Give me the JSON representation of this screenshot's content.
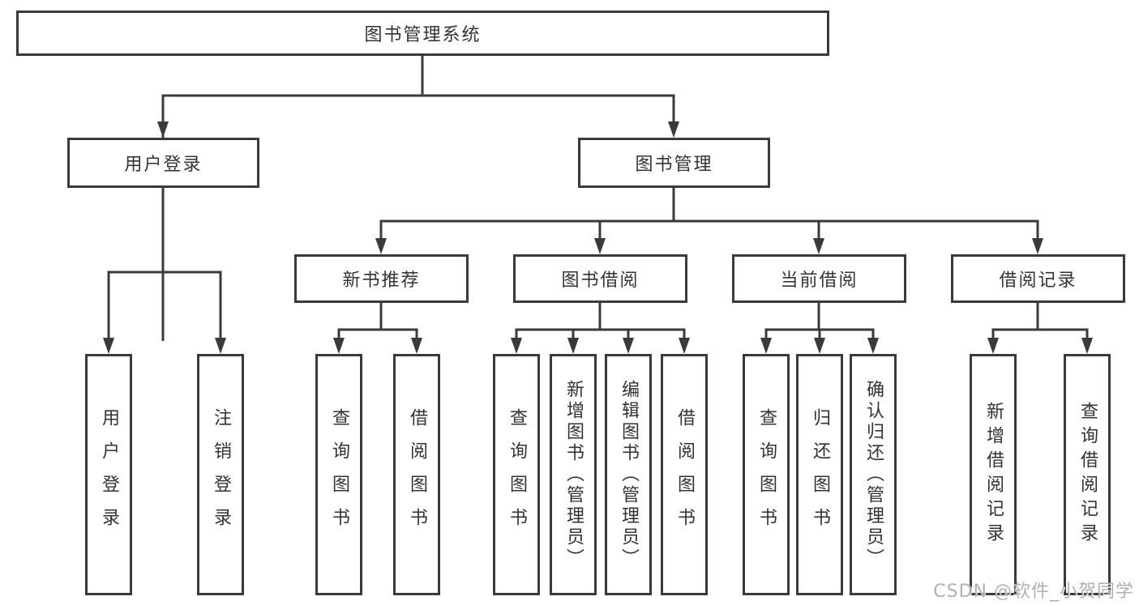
{
  "diagram": {
    "root": "图书管理系统",
    "branches": [
      {
        "label": "用户登录",
        "leaves": [
          "用户登录",
          "注销登录"
        ]
      },
      {
        "label": "图书管理",
        "groups": [
          {
            "label": "新书推荐",
            "leaves": [
              "查询图书",
              "借阅图书"
            ]
          },
          {
            "label": "图书借阅",
            "leaves": [
              "查询图书",
              "新增图书（管理员）",
              "编辑图书（管理员）",
              "借阅图书"
            ]
          },
          {
            "label": "当前借阅",
            "leaves": [
              "查询图书",
              "归还图书",
              "确认归还（管理员）"
            ]
          },
          {
            "label": "借阅记录",
            "leaves": [
              "新增借阅记录",
              "查询借阅记录"
            ]
          }
        ]
      }
    ]
  },
  "watermark": "CSDN @软件_小贺同学",
  "colors": {
    "line": "#3a3a3a",
    "text": "#333333",
    "watermark": "#a8a8a8",
    "background": "#ffffff"
  }
}
